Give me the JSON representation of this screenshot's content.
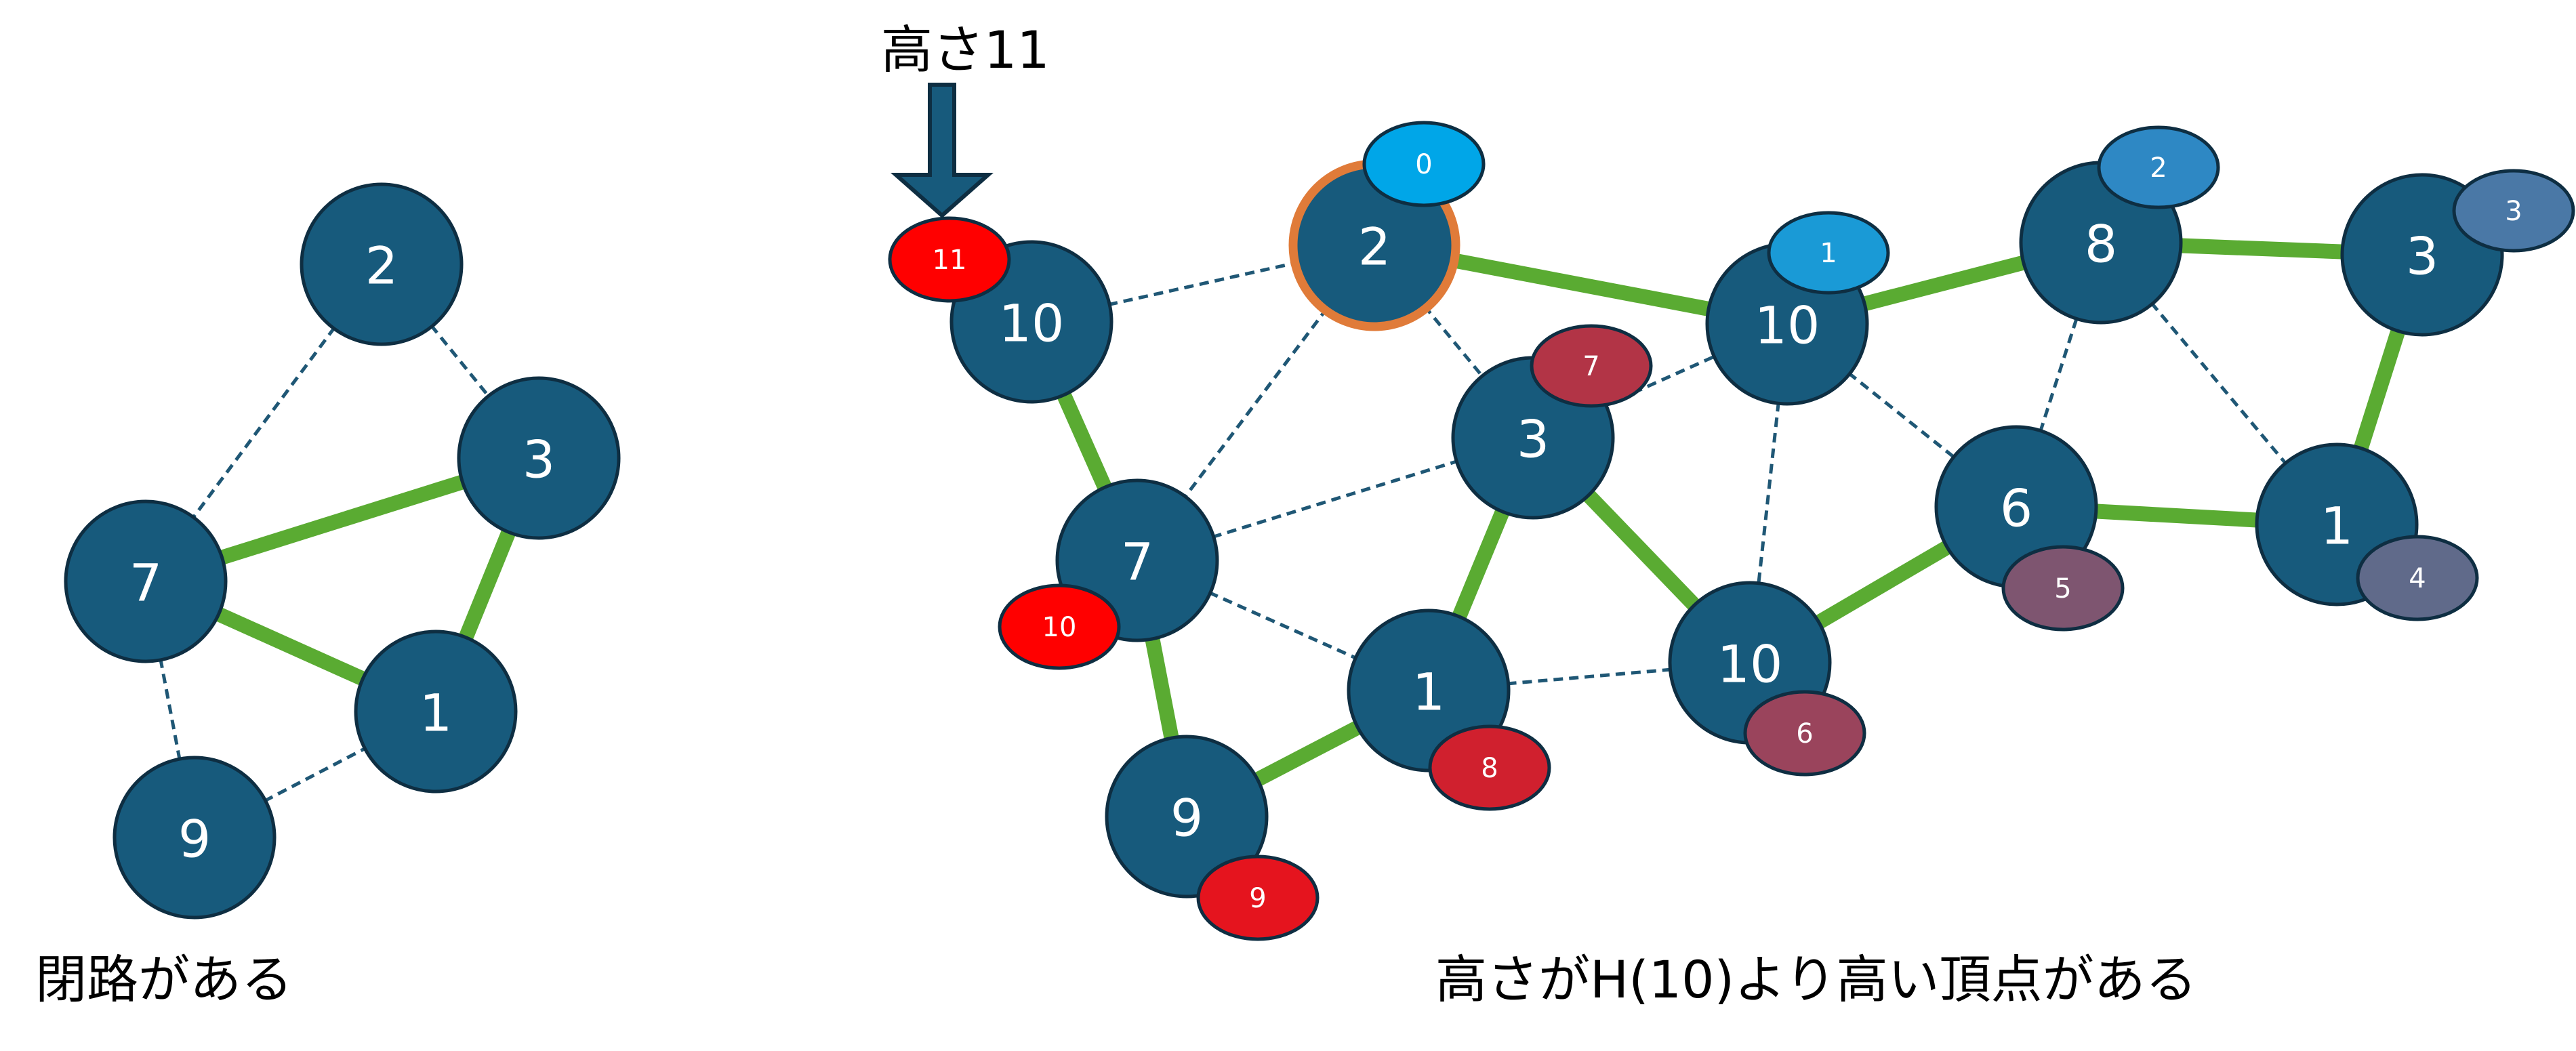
{
  "left_graph": {
    "caption": "閉路がある",
    "nodes": [
      {
        "id": "L2",
        "label": "2"
      },
      {
        "id": "L3",
        "label": "3"
      },
      {
        "id": "L7",
        "label": "7"
      },
      {
        "id": "L1",
        "label": "1"
      },
      {
        "id": "L9",
        "label": "9"
      }
    ],
    "edges": [
      {
        "from": "L2",
        "to": "L7",
        "style": "dashed"
      },
      {
        "from": "L2",
        "to": "L3",
        "style": "dashed"
      },
      {
        "from": "L7",
        "to": "L3",
        "style": "solid"
      },
      {
        "from": "L3",
        "to": "L1",
        "style": "solid"
      },
      {
        "from": "L7",
        "to": "L1",
        "style": "solid"
      },
      {
        "from": "L7",
        "to": "L9",
        "style": "dashed"
      },
      {
        "from": "L9",
        "to": "L1",
        "style": "dashed"
      }
    ]
  },
  "right_graph": {
    "caption": "高さがH(10)より高い頂点がある",
    "pointer_label": "高さ11",
    "nodes": [
      {
        "id": "R10a",
        "label": "10"
      },
      {
        "id": "R2",
        "label": "2",
        "highlight": true
      },
      {
        "id": "R7",
        "label": "7"
      },
      {
        "id": "R3",
        "label": "3"
      },
      {
        "id": "R1a",
        "label": "1"
      },
      {
        "id": "R9",
        "label": "9"
      },
      {
        "id": "R10b",
        "label": "10"
      },
      {
        "id": "R10c",
        "label": "10"
      },
      {
        "id": "R6",
        "label": "6"
      },
      {
        "id": "R8",
        "label": "8"
      },
      {
        "id": "R3b",
        "label": "3"
      },
      {
        "id": "R1b",
        "label": "1"
      }
    ],
    "badges": [
      {
        "node": "R10a",
        "label": "11",
        "color": "#ff0000"
      },
      {
        "node": "R2",
        "label": "0",
        "color": "#00a6e8"
      },
      {
        "node": "R3",
        "label": "7",
        "color": "#b23446"
      },
      {
        "node": "R7",
        "label": "10",
        "color": "#ff0000"
      },
      {
        "node": "R1a",
        "label": "8",
        "color": "#d0202e"
      },
      {
        "node": "R9",
        "label": "9",
        "color": "#e5141e"
      },
      {
        "node": "R10b",
        "label": "1",
        "color": "#1a9ad6"
      },
      {
        "node": "R10c",
        "label": "6",
        "color": "#9a445c"
      },
      {
        "node": "R6",
        "label": "5",
        "color": "#7e5570"
      },
      {
        "node": "R8",
        "label": "2",
        "color": "#2e88c4"
      },
      {
        "node": "R3b",
        "label": "3",
        "color": "#4a78a6"
      },
      {
        "node": "R1b",
        "label": "4",
        "color": "#606a8a"
      }
    ],
    "edges": [
      {
        "from": "R10a",
        "to": "R2",
        "style": "dashed"
      },
      {
        "from": "R10a",
        "to": "R7",
        "style": "solid"
      },
      {
        "from": "R2",
        "to": "R7",
        "style": "dashed"
      },
      {
        "from": "R2",
        "to": "R3",
        "style": "dashed"
      },
      {
        "from": "R2",
        "to": "R10b",
        "style": "solid"
      },
      {
        "from": "R7",
        "to": "R3",
        "style": "dashed"
      },
      {
        "from": "R7",
        "to": "R1a",
        "style": "dashed"
      },
      {
        "from": "R7",
        "to": "R9",
        "style": "solid"
      },
      {
        "from": "R9",
        "to": "R1a",
        "style": "solid"
      },
      {
        "from": "R3",
        "to": "R1a",
        "style": "solid"
      },
      {
        "from": "R3",
        "to": "R10c",
        "style": "solid"
      },
      {
        "from": "R3",
        "to": "R10b",
        "style": "dashed"
      },
      {
        "from": "R1a",
        "to": "R10c",
        "style": "dashed"
      },
      {
        "from": "R10b",
        "to": "R10c",
        "style": "dashed"
      },
      {
        "from": "R10b",
        "to": "R6",
        "style": "dashed"
      },
      {
        "from": "R10b",
        "to": "R8",
        "style": "solid"
      },
      {
        "from": "R10c",
        "to": "R6",
        "style": "solid"
      },
      {
        "from": "R6",
        "to": "R8",
        "style": "dashed"
      },
      {
        "from": "R6",
        "to": "R1b",
        "style": "solid"
      },
      {
        "from": "R8",
        "to": "R3b",
        "style": "solid"
      },
      {
        "from": "R8",
        "to": "R1b",
        "style": "dashed"
      },
      {
        "from": "R3b",
        "to": "R1b",
        "style": "solid"
      }
    ]
  }
}
